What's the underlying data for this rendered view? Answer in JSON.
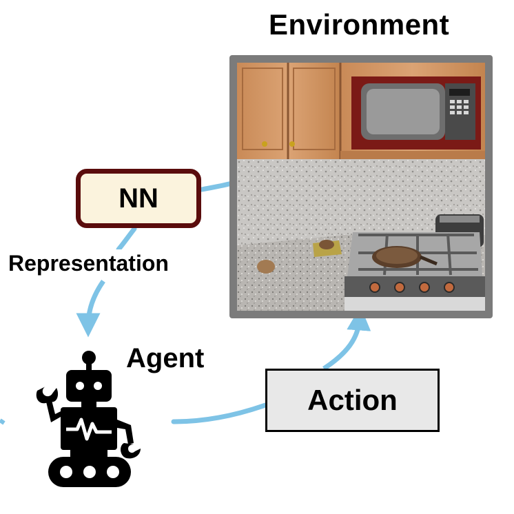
{
  "environment": {
    "title": "Environment",
    "scene": "kitchen-scene"
  },
  "agent": {
    "title": "Agent",
    "icon": "robot-icon"
  },
  "nn": {
    "label": "NN"
  },
  "representation": {
    "label": "Representation"
  },
  "action": {
    "label": "Action"
  },
  "colors": {
    "arrow": "#7ec3e6",
    "nn_border": "#5a0c0c",
    "nn_fill": "#fbf3dd",
    "action_fill": "#e8e8e8",
    "frame": "#7b7b7b"
  }
}
